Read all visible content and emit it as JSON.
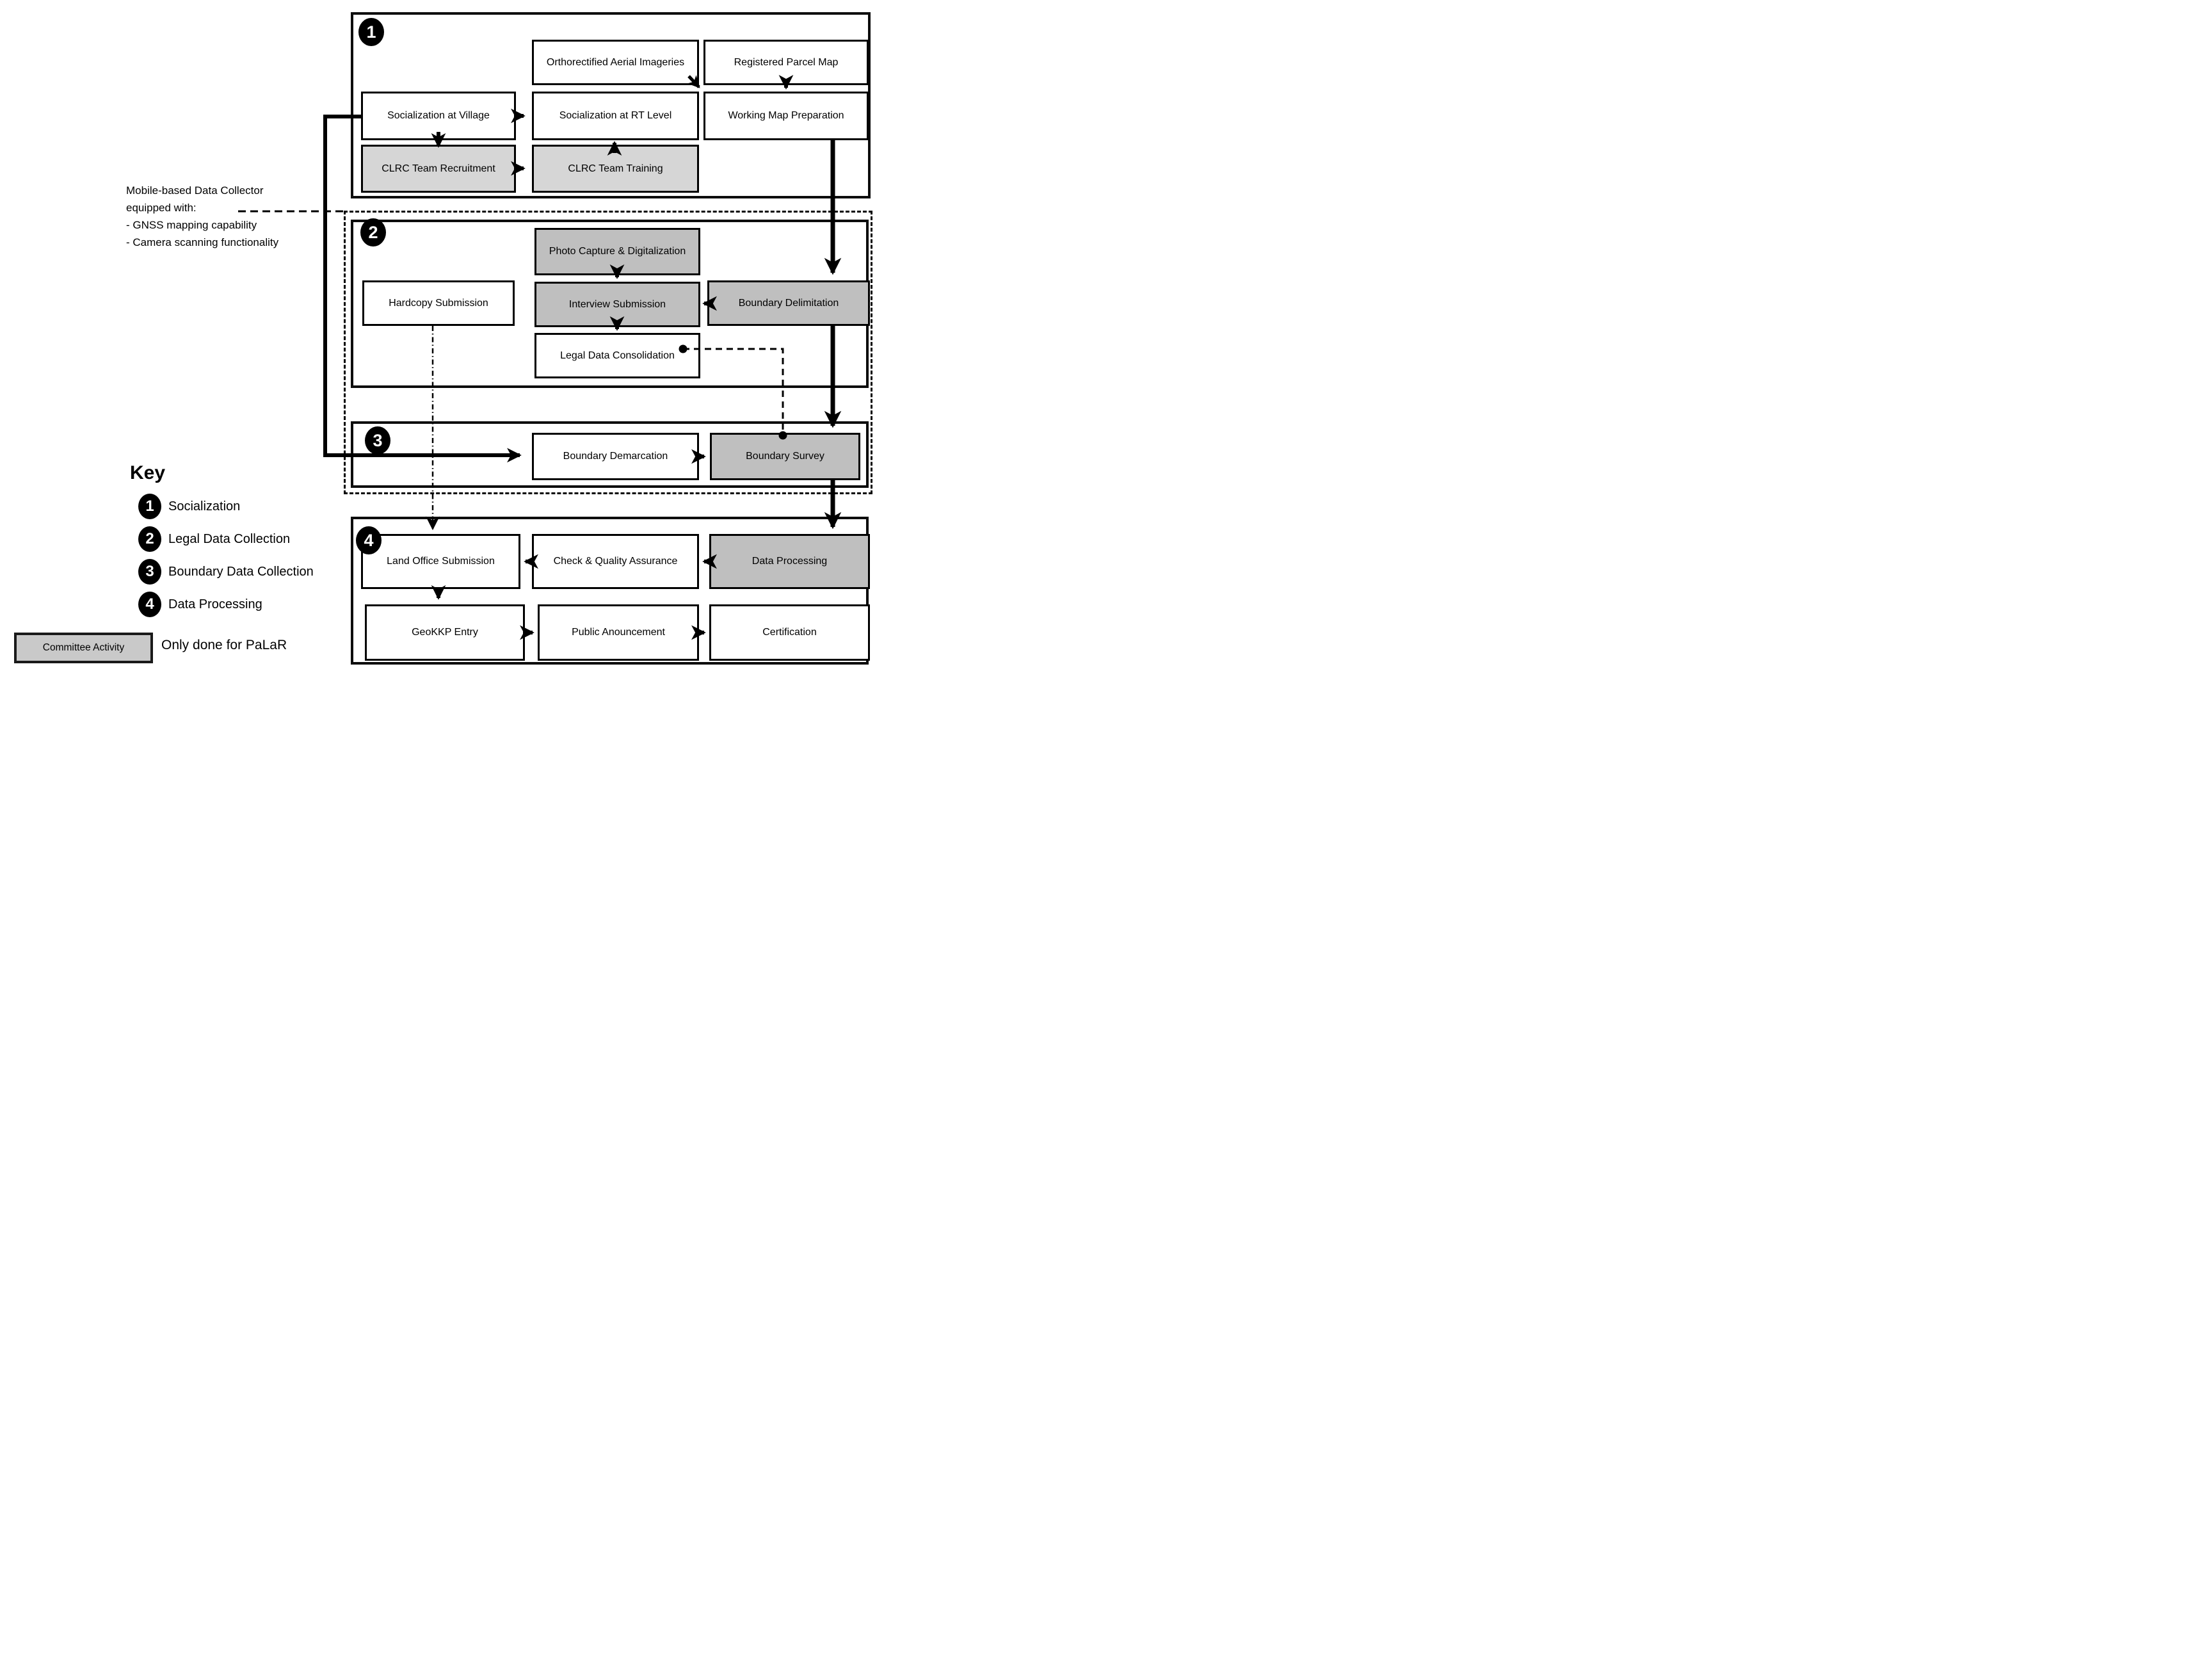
{
  "diagram": {
    "nodes": {
      "orthorectified": {
        "label": "Orthorectified Aerial Imageries",
        "variant": "white"
      },
      "registered_parcel": {
        "label": "Registered Parcel Map",
        "variant": "white"
      },
      "soc_village": {
        "label": "Socialization at Village",
        "variant": "white"
      },
      "soc_rt": {
        "label": "Socialization at RT Level",
        "variant": "white"
      },
      "working_map": {
        "label": "Working Map Preparation",
        "variant": "white"
      },
      "clrc_recruit": {
        "label": "CLRC Team Recruitment",
        "variant": "gray-light"
      },
      "clrc_training": {
        "label": "CLRC Team Training",
        "variant": "gray-light"
      },
      "photo_capture": {
        "label": "Photo Capture & Digitalization",
        "variant": "gray-dark"
      },
      "hardcopy": {
        "label": "Hardcopy Submission",
        "variant": "white"
      },
      "interview": {
        "label": "Interview Submission",
        "variant": "gray-dark"
      },
      "boundary_delimitation": {
        "label": "Boundary Delimitation",
        "variant": "gray-dark"
      },
      "legal_consolidation": {
        "label": "Legal Data Consolidation",
        "variant": "white"
      },
      "boundary_demarcation": {
        "label": "Boundary Demarcation",
        "variant": "white"
      },
      "boundary_survey": {
        "label": "Boundary Survey",
        "variant": "gray-dark"
      },
      "land_office": {
        "label": "Land Office Submission",
        "variant": "white"
      },
      "check_qa": {
        "label": "Check & Quality Assurance",
        "variant": "white"
      },
      "data_processing": {
        "label": "Data Processing",
        "variant": "gray-dark"
      },
      "geokkp": {
        "label": "GeoKKP Entry",
        "variant": "white"
      },
      "public_announcement": {
        "label": "Public Anouncement",
        "variant": "white"
      },
      "certification": {
        "label": "Certification",
        "variant": "white"
      }
    },
    "groups": {
      "g1": {
        "number": "1"
      },
      "g2": {
        "number": "2"
      },
      "g3": {
        "number": "3"
      },
      "g4": {
        "number": "4"
      }
    },
    "annotation": {
      "lines": [
        "Mobile-based Data Collector",
        "equipped with:",
        "- GNSS mapping capability",
        "- Camera scanning functionality"
      ]
    },
    "key": {
      "heading": "Key",
      "items": [
        {
          "number": "1",
          "label": "Socialization"
        },
        {
          "number": "2",
          "label": "Legal Data Collection"
        },
        {
          "number": "3",
          "label": "Boundary Data Collection"
        },
        {
          "number": "4",
          "label": "Data Processing"
        }
      ],
      "committee_label": "Committee Activity",
      "committee_note": "Only done for PaLaR"
    },
    "colors": {
      "background": "#ffffff",
      "border": "#000000",
      "committee_fill": "#c9c9c9",
      "light_gray_fill": "#d6d6d6",
      "dark_gray_fill": "#bfbfbf",
      "badge_fill": "#000000",
      "badge_text": "#ffffff"
    }
  }
}
